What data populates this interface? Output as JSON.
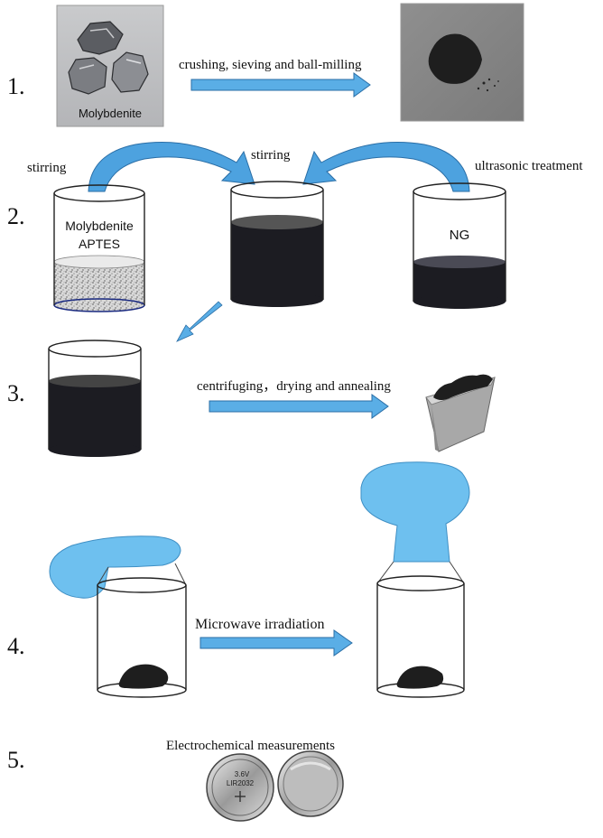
{
  "steps": {
    "s1": {
      "number": "1.",
      "rock_label": "Molybdenite",
      "arrow_label": "crushing, sieving and ball-milling"
    },
    "s2": {
      "number": "2.",
      "left_label": "stirring",
      "mid_label": "stirring",
      "right_label": "ultrasonic treatment",
      "left_beaker_line1": "Molybdenite",
      "left_beaker_line2": "APTES",
      "right_beaker_label": "NG"
    },
    "s3": {
      "number": "3.",
      "arrow_label": "centrifuging，drying and annealing"
    },
    "s4": {
      "number": "4.",
      "arrow_label": "Microwave irradiation"
    },
    "s5": {
      "number": "5.",
      "label": "Electrochemical measurements",
      "coin_text_line1": "3.6V",
      "coin_text_line2": "LIR2032"
    }
  },
  "colors": {
    "arrow_fill": "#5aaee6",
    "arrow_stroke": "#2a6ea6",
    "balloon": "#6ec0ef",
    "liquid": "#1c1c22",
    "beaker_outline": "#222222"
  }
}
